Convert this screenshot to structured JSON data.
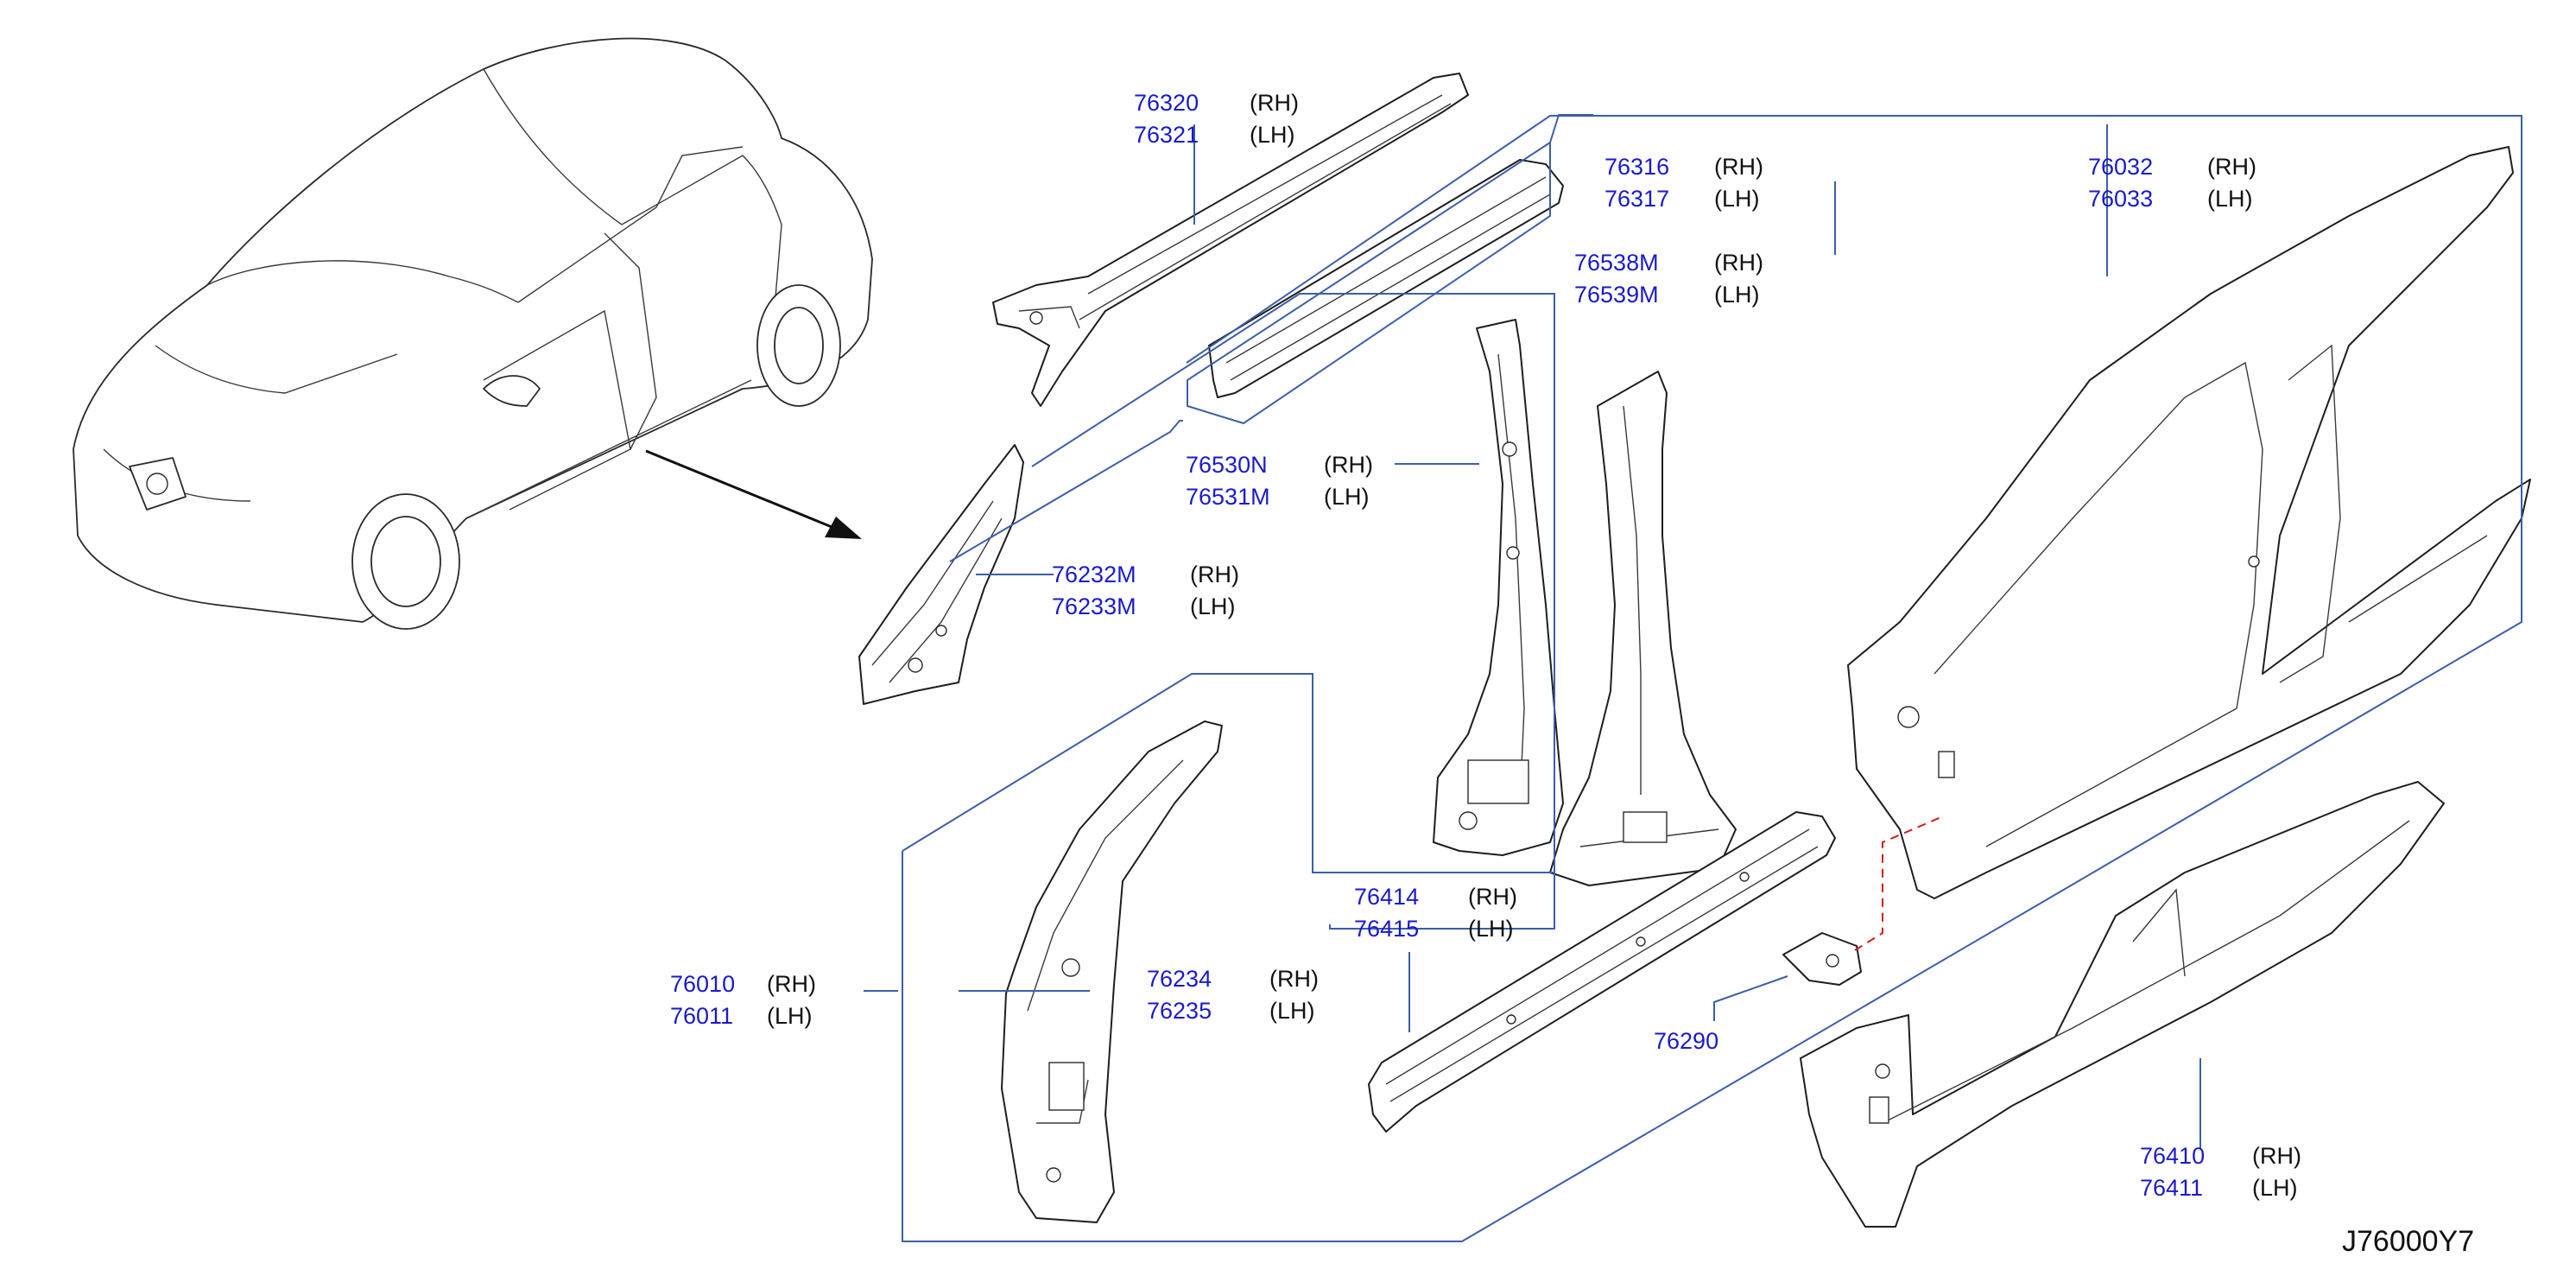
{
  "diagram_code": "J76000Y7",
  "colors": {
    "part_number": "#1a1acc",
    "leader_line": "#3b5fa8",
    "dashed_connector": "#d11a1a",
    "outline": "#1e1e1e"
  },
  "parts": [
    {
      "id": "roof-rail-outer",
      "entries": [
        {
          "number": "76320",
          "side": "(RH)"
        },
        {
          "number": "76321",
          "side": "(LH)"
        }
      ]
    },
    {
      "id": "roof-rail-inner",
      "entries": [
        {
          "number": "76316",
          "side": "(RH)"
        },
        {
          "number": "76317",
          "side": "(LH)"
        }
      ]
    },
    {
      "id": "body-side-outer",
      "entries": [
        {
          "number": "76032",
          "side": "(RH)"
        },
        {
          "number": "76033",
          "side": "(LH)"
        }
      ]
    },
    {
      "id": "center-pillar-inner",
      "entries": [
        {
          "number": "76538M",
          "side": "(RH)"
        },
        {
          "number": "76539M",
          "side": "(LH)"
        }
      ]
    },
    {
      "id": "center-pillar-reinforce",
      "entries": [
        {
          "number": "76530N",
          "side": "(RH)"
        },
        {
          "number": "76531M",
          "side": "(LH)"
        }
      ]
    },
    {
      "id": "front-pillar-upper",
      "entries": [
        {
          "number": "76232M",
          "side": "(RH)"
        },
        {
          "number": "76233M",
          "side": "(LH)"
        }
      ]
    },
    {
      "id": "front-pillar-assembly",
      "entries": [
        {
          "number": "76010",
          "side": "(RH)"
        },
        {
          "number": "76011",
          "side": "(LH)"
        }
      ]
    },
    {
      "id": "front-pillar-inner",
      "entries": [
        {
          "number": "76234",
          "side": "(RH)"
        },
        {
          "number": "76235",
          "side": "(LH)"
        }
      ]
    },
    {
      "id": "sill-inner",
      "entries": [
        {
          "number": "76414",
          "side": "(RH)"
        },
        {
          "number": "76415",
          "side": "(LH)"
        }
      ]
    },
    {
      "id": "bracket",
      "entries": [
        {
          "number": "76290",
          "side": ""
        }
      ]
    },
    {
      "id": "sill-outer",
      "entries": [
        {
          "number": "76410",
          "side": "(RH)"
        },
        {
          "number": "76411",
          "side": "(LH)"
        }
      ]
    }
  ]
}
